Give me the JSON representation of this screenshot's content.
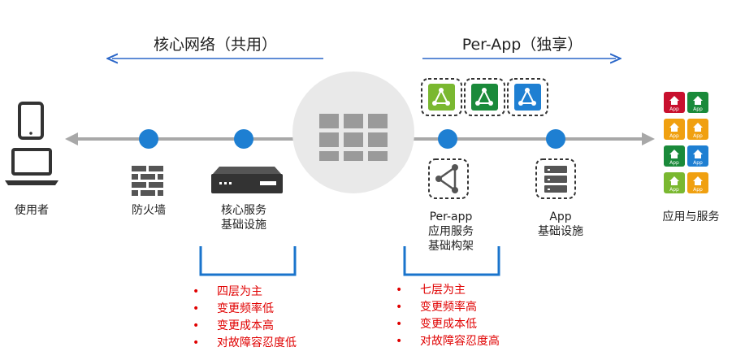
{
  "headers": {
    "shared_network": "核心网络（共用）",
    "per_app": "Per-App（独享）"
  },
  "nodes": {
    "user": "使用者",
    "firewall": "防火墙",
    "core_services_line1": "核心服务",
    "core_services_line2": "基础设施",
    "perapp_line1": "Per-app",
    "perapp_line2": "应用服务",
    "perapp_line3": "基础构架",
    "app_infra_line1": "App",
    "app_infra_line2": "基础设施",
    "apps_services": "应用与服务"
  },
  "app_tile_text": "App",
  "left_bullets": [
    "四层为主",
    "变更频率低",
    "变更成本高",
    "对故障容忍度低"
  ],
  "right_bullets": [
    "七层为主",
    "变更频率高",
    "变更成本低",
    "对故障容忍度高"
  ],
  "colors": {
    "line": "#a8a8a8",
    "node": "#1e7fd2",
    "accent_blue": "#2a66c8",
    "bracket": "#1a74cc",
    "bullet": "#e00000",
    "app_red": "#c8102e",
    "app_orange": "#f0a010",
    "app_green": "#1a8a3a",
    "app_lime": "#7ab830",
    "app_blue": "#1e7fd2"
  }
}
